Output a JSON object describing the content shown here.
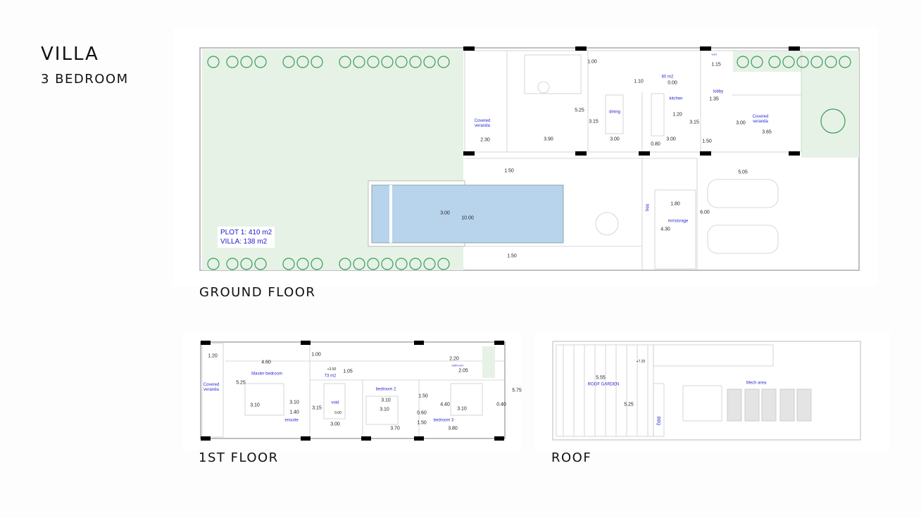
{
  "title": "VILLA",
  "subtitle": "3 BEDROOM",
  "captions": {
    "ground_floor": "GROUND FLOOR",
    "first_floor": "1ST FLOOR",
    "roof": "ROOF"
  },
  "colors": {
    "garden": "#e6f2e6",
    "pool": "#b8d3ec",
    "room_label": "#2a2ad0",
    "tree": "#3a9a5a"
  },
  "ground_floor": {
    "plot": {
      "plot_area": "PLOT 1: 410 m2",
      "villa_area": "VILLA: 138 m2"
    },
    "rooms": [
      "60 m2",
      "kitchen",
      "lobby",
      "dining",
      "Covered veranda",
      "Covered veranda",
      "bbq",
      "mr/storage",
      "void"
    ],
    "dims": [
      "1.00",
      "1.15",
      "0.00",
      "1.10",
      "1.35",
      "5.25",
      "1.20",
      "3.15",
      "3.15",
      "3.00",
      "3.65",
      "2.30",
      "3.90",
      "3.00",
      "3.00",
      "0.80",
      "1.50",
      "1.50",
      "5.05",
      "1.80",
      "6.00",
      "3.00",
      "10.00",
      "4.30",
      "1.50"
    ]
  },
  "first_floor": {
    "rooms": [
      "73 m2",
      "Master bedroom",
      "Covered veranda",
      "bedroom 2",
      "void",
      "ensuite",
      "bedroom 3",
      "bathroom"
    ],
    "dims": [
      "1.20",
      "4.60",
      "1.00",
      "2.20",
      "+3.50",
      "1.05",
      "2.05",
      "5.25",
      "5.75",
      "1.50",
      "3.10",
      "3.10",
      "4.40",
      "0.40",
      "3.10",
      "3.10",
      "3.10",
      "1.40",
      "3.15",
      "0.00",
      "0.60",
      "1.50",
      "3.00",
      "3.70",
      "3.80"
    ]
  },
  "roof": {
    "rooms": [
      "ROOF GARDEN",
      "Mech area",
      "BBQ"
    ],
    "dims": [
      "+7.20",
      "5.55",
      "5.25"
    ]
  }
}
